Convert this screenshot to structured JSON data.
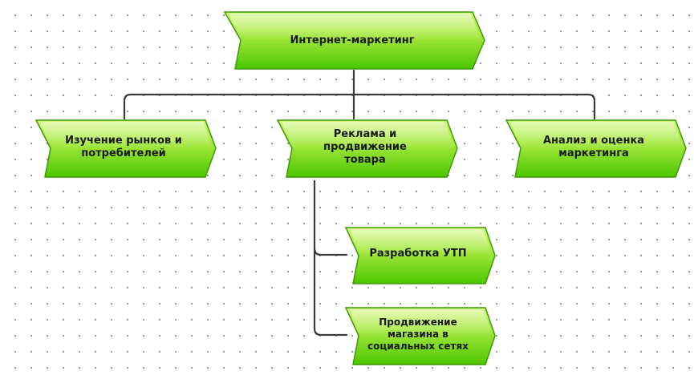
{
  "diagram": {
    "root": {
      "label": "Интернет-маркетинг"
    },
    "level1": [
      {
        "lines": [
          "Изучение рынков и",
          "потребителей"
        ]
      },
      {
        "lines": [
          "Реклама и",
          "продвижение",
          "товара"
        ]
      },
      {
        "lines": [
          "Анализ и оценка",
          "маркетинга"
        ]
      }
    ],
    "level2": [
      {
        "lines": [
          "Разработка УТП"
        ]
      },
      {
        "lines": [
          "Продвижение",
          "магазина в",
          "социальных сетях"
        ]
      }
    ],
    "colors": {
      "fill_top": "#c8f56a",
      "fill_bottom": "#5fd10a",
      "outline": "#3c9a06",
      "connector": "#3a3a3a"
    }
  }
}
